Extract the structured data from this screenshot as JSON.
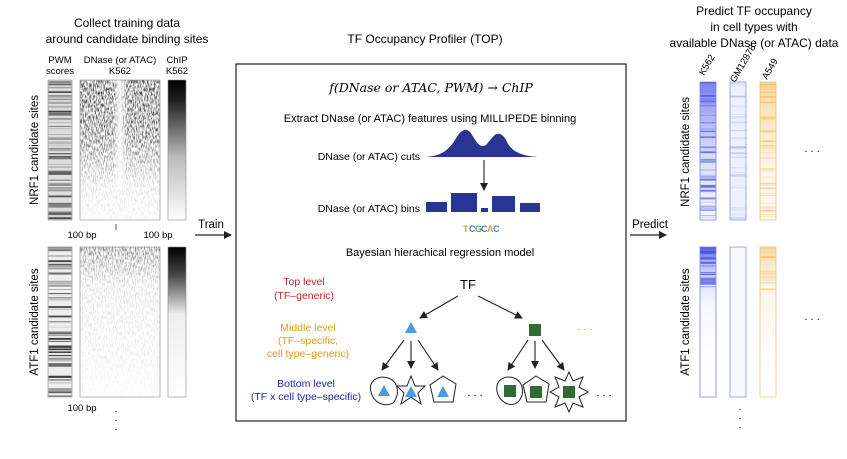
{
  "left": {
    "title_line1": "Collect training data",
    "title_line2": "around candidate binding sites",
    "col_pwm_line1": "PWM",
    "col_pwm_line2": "scores",
    "col_dnase_line1": "DNase (or ATAC)",
    "col_dnase_line2": "K562",
    "col_chip_line1": "ChIP",
    "col_chip_line2": "K562",
    "nrf1_label": "NRF1 candidate sites",
    "atf1_label": "ATF1 candidate sites",
    "bp_left": "100 bp",
    "bp_right": "100 bp",
    "bp_bottom": "100 bp",
    "vdots": "⋮"
  },
  "arrows": {
    "train": "Train",
    "predict": "Predict"
  },
  "center": {
    "title": "TF Occupancy Profiler (TOP)",
    "formula": "f(DNase or ATAC, PWM) → ChIP",
    "extract": "Extract DNase (or ATAC) features using MILLIPEDE binning",
    "cuts_label": "DNase (or ATAC) cuts",
    "bins_label": "DNase (or ATAC) bins",
    "bayes_title": "Bayesian hierachical regression model",
    "tf_node": "TF",
    "top_level_line1": "Top level",
    "top_level_line2": "(TF–generic)",
    "middle_level_line1": "Middle level",
    "middle_level_line2": "(TF–specific,",
    "middle_level_line3": "cell type–generic)",
    "bottom_level_line1": "Bottom level",
    "bottom_level_line2": "(TF x cell type–specific)",
    "ellipsis": ". . .",
    "colors": {
      "top": "#cc1f1f",
      "middle": "#e39a17",
      "bottom": "#1c2b9c",
      "bars": "#283593",
      "triangle": "#4a9be0",
      "square": "#2e6b35"
    }
  },
  "right": {
    "title_line1": "Predict TF occupancy",
    "title_line2": "in cell types with",
    "title_line3": "available DNase (or ATAC) data",
    "cells": [
      "K562",
      "GM12878",
      "A549"
    ],
    "nrf1_label": "NRF1 candidate sites",
    "atf1_label": "ATF1 candidate sites",
    "ellipsis": ". . .",
    "vdots": "⋮"
  }
}
